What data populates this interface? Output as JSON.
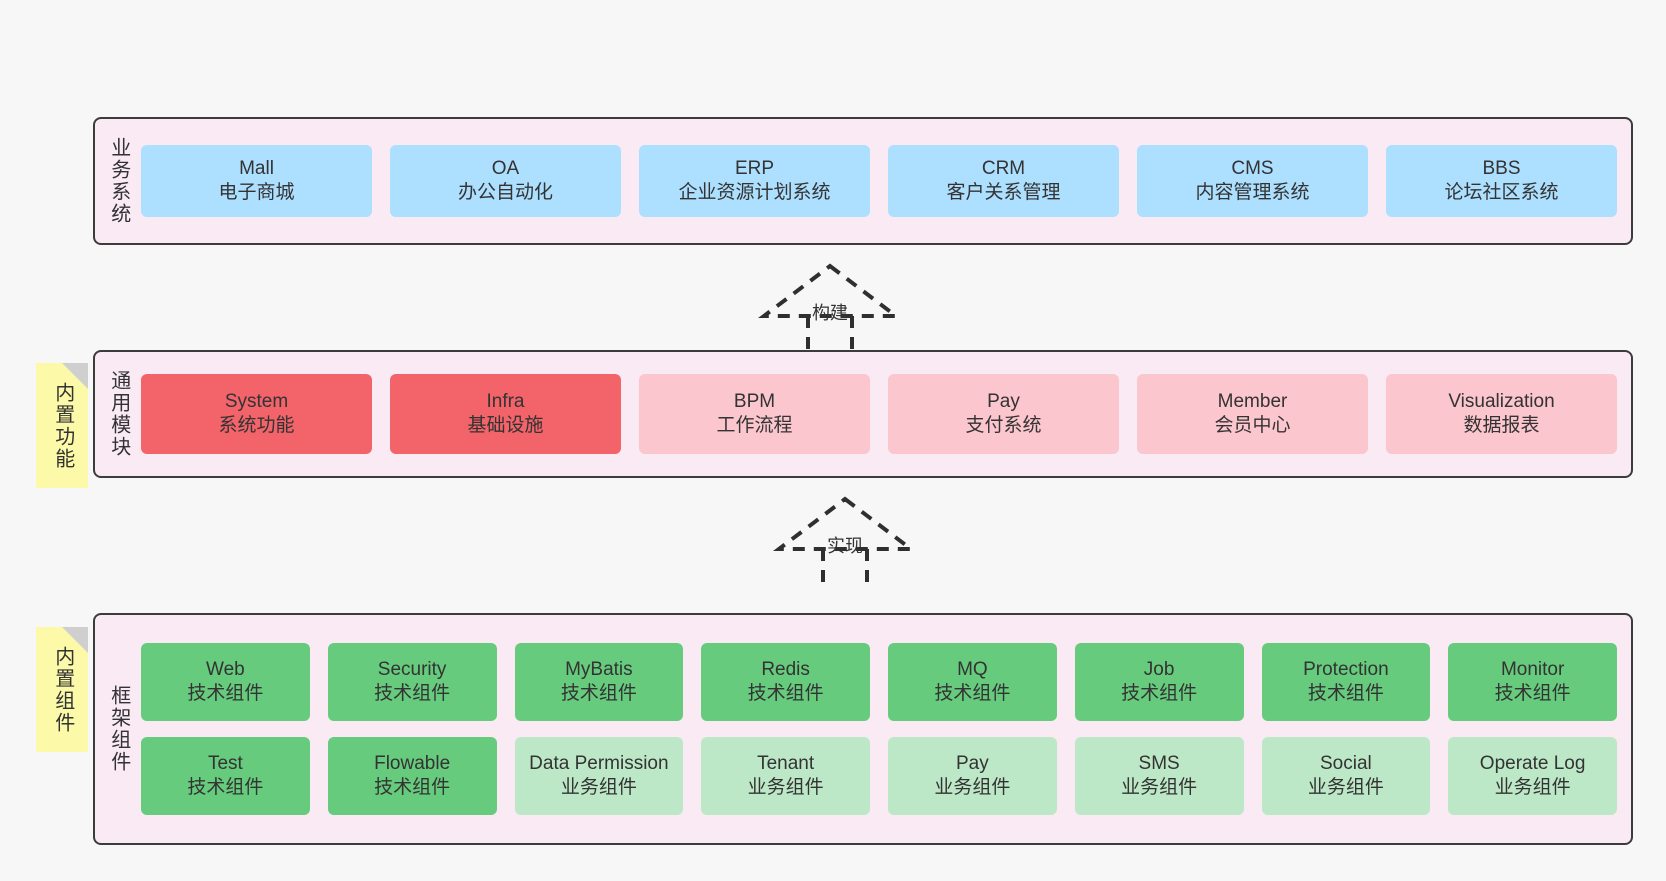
{
  "diagram": {
    "title_vertical_labels": {
      "business": "业务系统",
      "common": "通用模块",
      "framework": "框架组件"
    },
    "colors": {
      "panel_bg": "#f9eaf4",
      "panel_border": "#3c3c3c",
      "blue": "#addfff",
      "red": "#f2636a",
      "pink": "#fcc6ce",
      "green": "#66cb7d",
      "light_green": "#bde8c7",
      "note_yellow": "#fcfaa8",
      "note_fold": "#cfcfcf",
      "canvas_bg": "#f7f7f7"
    }
  },
  "notes": [
    {
      "id": "note-builtin-feature",
      "text": "内置功能"
    },
    {
      "id": "note-builtin-component",
      "text": "内置组件"
    }
  ],
  "connectors": [
    {
      "id": "connector-build",
      "label": "构建"
    },
    {
      "id": "connector-implement",
      "label": "实现"
    }
  ],
  "layers": {
    "business": {
      "label": "业务系统",
      "rows": [
        [
          {
            "name": "Mall",
            "desc": "电子商城",
            "color": "blue"
          },
          {
            "name": "OA",
            "desc": "办公自动化",
            "color": "blue"
          },
          {
            "name": "ERP",
            "desc": "企业资源计划系统",
            "color": "blue"
          },
          {
            "name": "CRM",
            "desc": "客户关系管理",
            "color": "blue"
          },
          {
            "name": "CMS",
            "desc": "内容管理系统",
            "color": "blue"
          },
          {
            "name": "BBS",
            "desc": "论坛社区系统",
            "color": "blue"
          }
        ]
      ]
    },
    "common": {
      "label": "通用模块",
      "rows": [
        [
          {
            "name": "System",
            "desc": "系统功能",
            "color": "red"
          },
          {
            "name": "Infra",
            "desc": "基础设施",
            "color": "red"
          },
          {
            "name": "BPM",
            "desc": "工作流程",
            "color": "pink"
          },
          {
            "name": "Pay",
            "desc": "支付系统",
            "color": "pink"
          },
          {
            "name": "Member",
            "desc": "会员中心",
            "color": "pink"
          },
          {
            "name": "Visualization",
            "desc": "数据报表",
            "color": "pink"
          }
        ]
      ]
    },
    "framework": {
      "label": "框架组件",
      "rows": [
        [
          {
            "name": "Web",
            "desc": "技术组件",
            "color": "green"
          },
          {
            "name": "Security",
            "desc": "技术组件",
            "color": "green"
          },
          {
            "name": "MyBatis",
            "desc": "技术组件",
            "color": "green"
          },
          {
            "name": "Redis",
            "desc": "技术组件",
            "color": "green"
          },
          {
            "name": "MQ",
            "desc": "技术组件",
            "color": "green"
          },
          {
            "name": "Job",
            "desc": "技术组件",
            "color": "green"
          },
          {
            "name": "Protection",
            "desc": "技术组件",
            "color": "green"
          },
          {
            "name": "Monitor",
            "desc": "技术组件",
            "color": "green"
          }
        ],
        [
          {
            "name": "Test",
            "desc": "技术组件",
            "color": "green"
          },
          {
            "name": "Flowable",
            "desc": "技术组件",
            "color": "green"
          },
          {
            "name": "Data Permission",
            "desc": "业务组件",
            "color": "light_green"
          },
          {
            "name": "Tenant",
            "desc": "业务组件",
            "color": "light_green"
          },
          {
            "name": "Pay",
            "desc": "业务组件",
            "color": "light_green"
          },
          {
            "name": "SMS",
            "desc": "业务组件",
            "color": "light_green"
          },
          {
            "name": "Social",
            "desc": "业务组件",
            "color": "light_green"
          },
          {
            "name": "Operate Log",
            "desc": "业务组件",
            "color": "light_green"
          }
        ]
      ]
    }
  }
}
